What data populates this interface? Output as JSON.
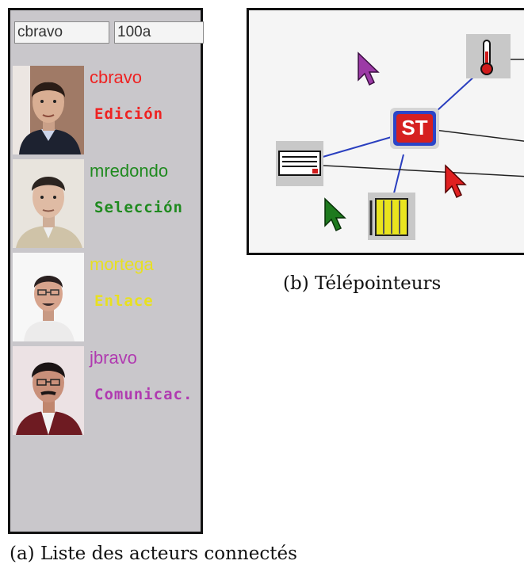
{
  "connected_actors_panel": {
    "fields": {
      "user": "cbravo",
      "code": "100a"
    },
    "users": [
      {
        "name": "cbravo",
        "role": "Edición",
        "color": "#ee2222"
      },
      {
        "name": "mredondo",
        "role": "Selección",
        "color": "#1f8a1f"
      },
      {
        "name": "mortega",
        "role": "Enlace",
        "color": "#e8e020"
      },
      {
        "name": "jbravo",
        "role": "Comunicac.",
        "color": "#b03ab0"
      }
    ]
  },
  "telepointer_view": {
    "center_node_label": "ST",
    "pointer_colors": {
      "purple": "#9c3aa6",
      "red": "#e02020",
      "green": "#1e7a1e"
    }
  },
  "captions": {
    "b": "(b) Télépointeurs",
    "a": "(a) Liste des acteurs connectés"
  }
}
